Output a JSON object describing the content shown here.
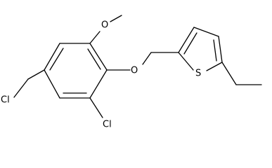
{
  "molecule": {
    "atoms": {
      "o_methoxy": "O",
      "o_ether": "O",
      "s_thiophene": "S",
      "cl_ring": "Cl",
      "cl_chloromethyl": "Cl"
    }
  }
}
